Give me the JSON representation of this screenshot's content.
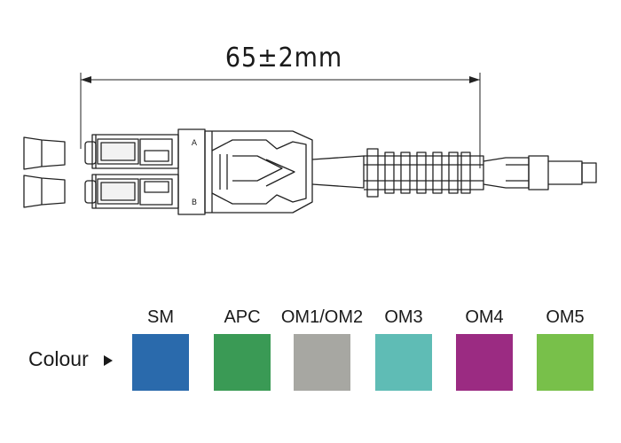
{
  "dimension": {
    "label": "65±2mm"
  },
  "connector": {
    "marking_a": "A",
    "marking_b": "B"
  },
  "legend": {
    "label": "Colour",
    "swatches": [
      {
        "name": "SM",
        "color": "#2a6aac"
      },
      {
        "name": "APC",
        "color": "#3a9a55"
      },
      {
        "name": "OM1/OM2",
        "color": "#a7a7a2"
      },
      {
        "name": "OM3",
        "color": "#5fbcb5"
      },
      {
        "name": "OM4",
        "color": "#9b2b82"
      },
      {
        "name": "OM5",
        "color": "#78c04a"
      }
    ]
  }
}
